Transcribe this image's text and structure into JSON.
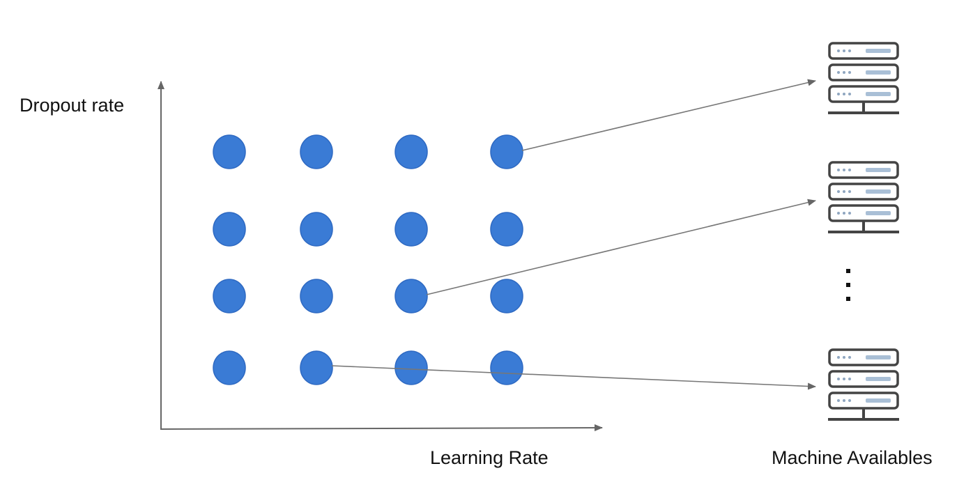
{
  "labels": {
    "y_axis": "Dropout rate",
    "x_axis": "Learning Rate",
    "machines": "Machine Availables"
  },
  "grid": {
    "rows": 4,
    "columns": 4
  },
  "connections": [
    {
      "row": 0,
      "col": 3,
      "machine": 0
    },
    {
      "row": 2,
      "col": 2,
      "machine": 1
    },
    {
      "row": 3,
      "col": 1,
      "machine": 2
    }
  ],
  "machines": [
    {
      "icon": "server-rack-icon"
    },
    {
      "icon": "server-rack-icon"
    },
    {
      "icon": "server-rack-icon"
    }
  ],
  "ellipsis_icon": "vertical-ellipsis-icon",
  "colors": {
    "dot_fill": "#3a7bd5",
    "dot_stroke": "#2e69c2",
    "axis": "#666666",
    "arrow": "#777777",
    "server_stroke": "#444444",
    "server_bar": "#a9bfd6"
  }
}
